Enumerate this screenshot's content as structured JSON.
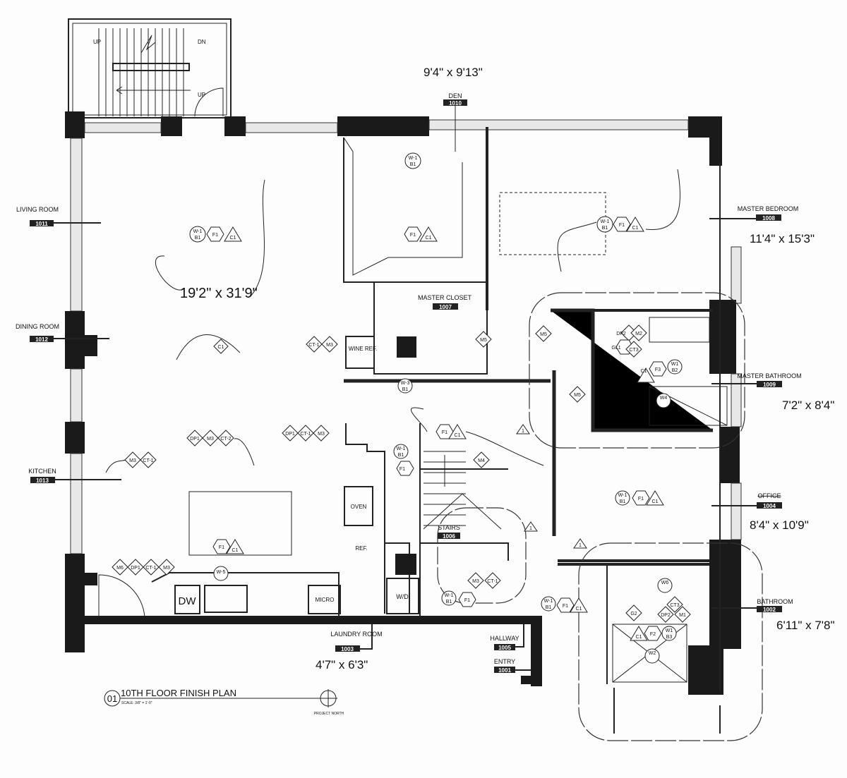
{
  "title": "10TH FLOOR FINISH PLAN",
  "title_number": "01",
  "scale": "SCALE: 3/8\" = 1'-0\"",
  "north_label": "PROJECT NORTH",
  "rooms": [
    {
      "name": "LIVING ROOM",
      "number": "1011",
      "dims": "19'2\" x 31'9\""
    },
    {
      "name": "DINING ROOM",
      "number": "1012"
    },
    {
      "name": "KITCHEN",
      "number": "1013"
    },
    {
      "name": "DEN",
      "number": "1010",
      "dims": "9'4\" x 9'13\""
    },
    {
      "name": "MASTER BEDROOM",
      "number": "1008",
      "dims": "11'4\" x 15'3\""
    },
    {
      "name": "MASTER CLOSET",
      "number": "1007"
    },
    {
      "name": "MASTER BATHROOM",
      "number": "1009",
      "dims": "7'2\" x 8'4\""
    },
    {
      "name": "OFFICE",
      "number": "1004",
      "dims": "8'4\" x 10'9\""
    },
    {
      "name": "BATHROOM",
      "number": "1002",
      "dims": "6'11\" x 7'8\""
    },
    {
      "name": "LAUNDRY ROOM",
      "number": "1003",
      "dims": "4'7\" x 6'3\""
    },
    {
      "name": "HALLWAY",
      "number": "1005"
    },
    {
      "name": "ENTRY",
      "number": "1001"
    },
    {
      "name": "STAIRS",
      "number": "1006"
    }
  ],
  "fixtures": {
    "oven": "OVEN",
    "ref": "REF.",
    "wine": "WINE REF.",
    "dw": "DW",
    "micro": "MICRO",
    "wd": "W/D",
    "up": "UP",
    "dn": "DN"
  },
  "tags": [
    "W-1",
    "B1",
    "F1",
    "C1",
    "M3",
    "CT-1",
    "DP1",
    "CT-2",
    "M6",
    "W-5",
    "W-3",
    "M5",
    "M4",
    "DP2",
    "M2",
    "GL1",
    "CT3",
    "F3",
    "W1",
    "B2",
    "W4",
    "W6",
    "W2",
    "F2",
    "B3",
    "M1",
    "G2",
    "1"
  ]
}
